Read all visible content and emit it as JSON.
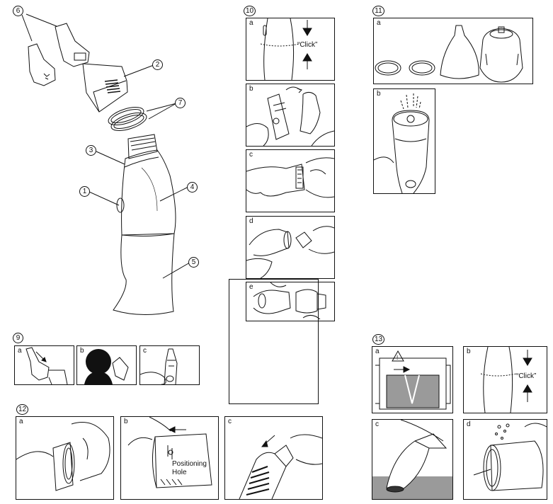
{
  "callouts": {
    "c1": "1",
    "c2": "2",
    "c3": "3",
    "c4": "4",
    "c5": "5",
    "c6": "6",
    "c7": "7"
  },
  "sections": {
    "s9": "9",
    "s10": "10",
    "s11": "11",
    "s12": "12",
    "s13": "13"
  },
  "panel_labels": {
    "a": "a",
    "b": "b",
    "c": "c",
    "d": "d",
    "e": "e"
  },
  "texts": {
    "click": "“Click”",
    "positioning_hole": "Positioning\nHole"
  }
}
